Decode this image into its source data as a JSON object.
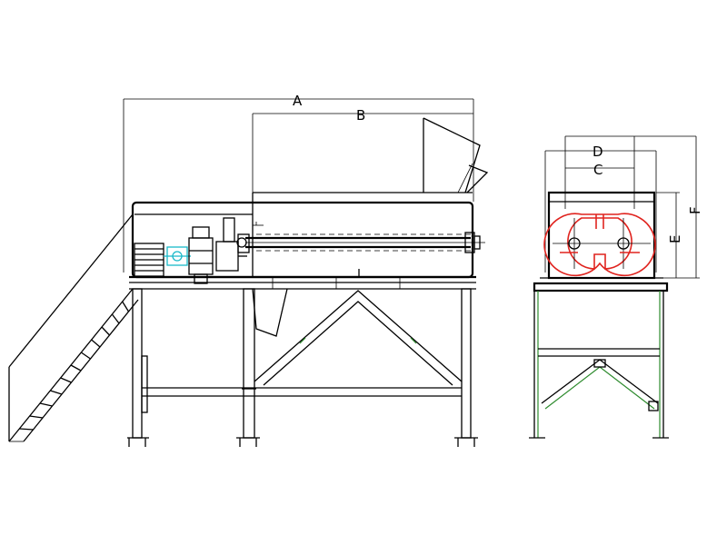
{
  "dimensions": {
    "a": "A",
    "b": "B",
    "c": "C",
    "d": "D",
    "e": "E",
    "f": "F"
  },
  "colors": {
    "line": "#000000",
    "green": "#2e8b2e",
    "red": "#e0241f",
    "cyan": "#19b9c9"
  }
}
